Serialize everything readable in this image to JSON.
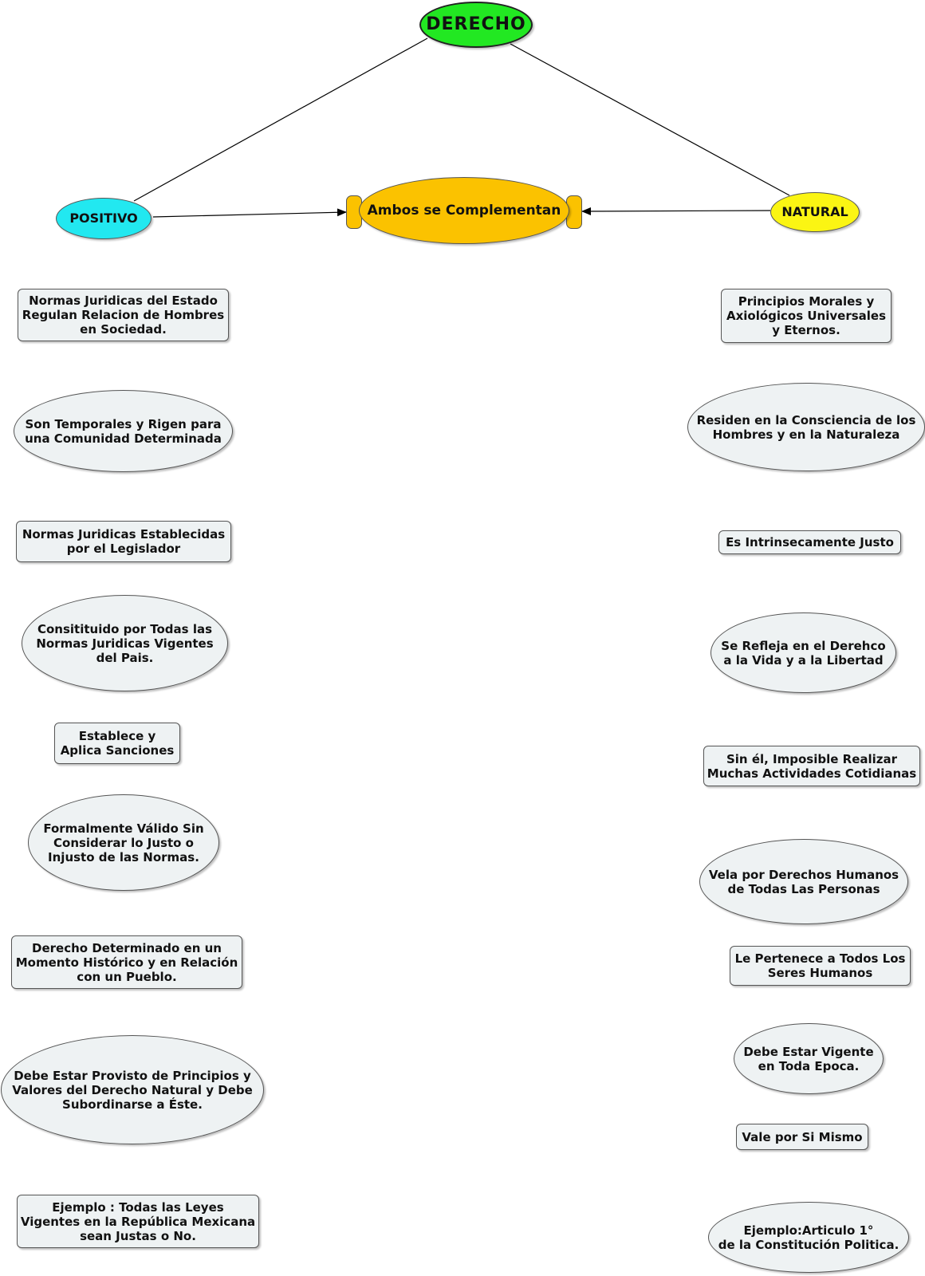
{
  "root": {
    "label": "DERECHO",
    "color": "#22e822"
  },
  "positivo": {
    "label": "POSITIVO",
    "color": "#22e8f0"
  },
  "natural": {
    "label": "NATURAL",
    "color": "#fbf513"
  },
  "center": {
    "label": "Ambos se Complementan",
    "color": "#fbc200"
  },
  "left_items": [
    "Normas Juridicas del Estado\nRegulan Relacion de Hombres\nen Sociedad.",
    "Son Temporales y Rigen para\nuna Comunidad Determinada",
    "Normas Juridicas Establecidas\npor el Legislador",
    "Consitituido por Todas las\nNormas Juridicas Vigentes\ndel Pais.",
    "Establece y\nAplica Sanciones",
    "Formalmente Válido Sin\nConsiderar lo Justo o\nInjusto de las Normas.",
    "Derecho Determinado en un\nMomento Histórico y en Relación\ncon un Pueblo.",
    "Debe Estar Provisto de Principios y\nValores del Derecho Natural y Debe\nSubordinarse a Éste.",
    "Ejemplo : Todas las Leyes\nVigentes en la República Mexicana\nsean Justas o No."
  ],
  "right_items": [
    "Principios Morales y\nAxiológicos Universales\ny Eternos.",
    "Residen en la Consciencia de los\nHombres y en la Naturaleza",
    "Es Intrinsecamente Justo",
    "Se Refleja en el Derehco\na la Vida y a la Libertad",
    "Sin él, Imposible Realizar\nMuchas Actividades Cotidianas",
    "Vela por Derechos Humanos\nde Todas Las Personas",
    "Le Pertenece a Todos Los\nSeres Humanos",
    "Debe Estar Vigente\nen Toda Epoca.",
    "Vale por Si Mismo",
    "Ejemplo:Articulo 1°\nde la Constitución Politica."
  ]
}
